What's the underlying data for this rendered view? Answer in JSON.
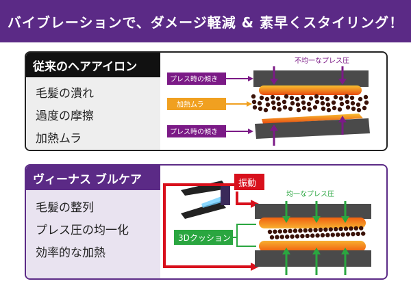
{
  "header": {
    "title": "バイブレーションで、ダメージ軽減 & 素早くスタイリング！"
  },
  "conventional": {
    "title": "従来のヘアアイロン",
    "items": [
      "毛髪の潰れ",
      "過度の摩擦",
      "加熱ムラ"
    ],
    "diagram": {
      "top_label": "不均一なプレス圧",
      "tilt_label_top": "プレス時の傾き",
      "heat_label": "加熱ムラ",
      "tilt_label_bottom": "プレス時の傾き"
    }
  },
  "venus": {
    "title": "ヴィーナス ブルケア",
    "items": [
      "毛髪の整列",
      "プレス圧の均一化",
      "効率的な加熱"
    ],
    "diagram": {
      "vibration_label": "振動",
      "top_label": "均一なプレス圧",
      "cushion_label": "3Dクッション"
    }
  },
  "colors": {
    "purple": "#7b1a86",
    "orange": "#f0a020",
    "green": "#2aa640",
    "red": "#d8101c"
  }
}
